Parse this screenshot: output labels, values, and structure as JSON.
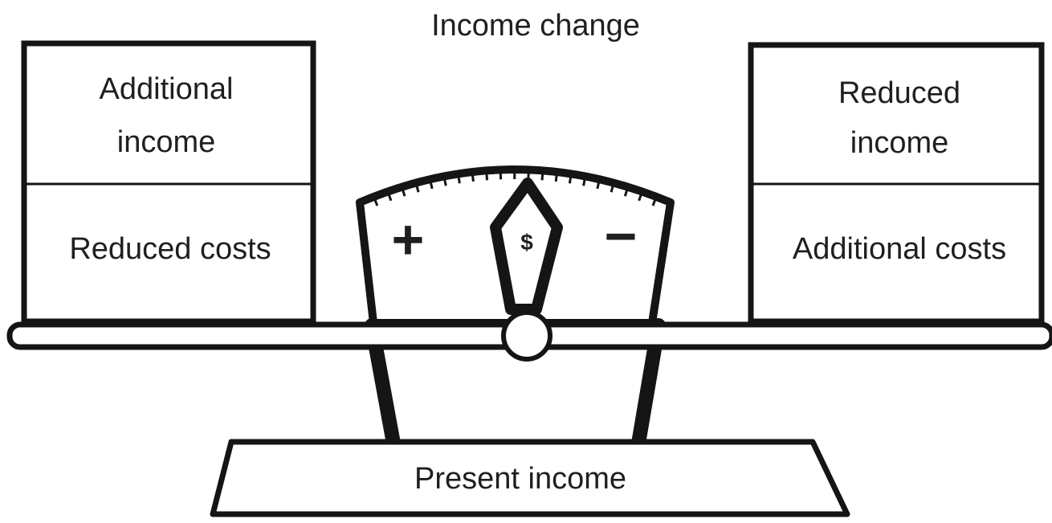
{
  "diagram": {
    "title": "Income change",
    "left_box": {
      "top_line1": "Additional",
      "top_line2": "income",
      "bottom": "Reduced costs"
    },
    "right_box": {
      "top_line1": "Reduced",
      "top_line2": "income",
      "bottom": "Additional costs"
    },
    "dial": {
      "plus_sign": "+",
      "minus_sign": "−",
      "needle_symbol": "$"
    },
    "base": {
      "label": "Present income"
    },
    "colors": {
      "ink": "#151515",
      "paper": "#ffffff",
      "text": "#1f1f1f"
    }
  }
}
